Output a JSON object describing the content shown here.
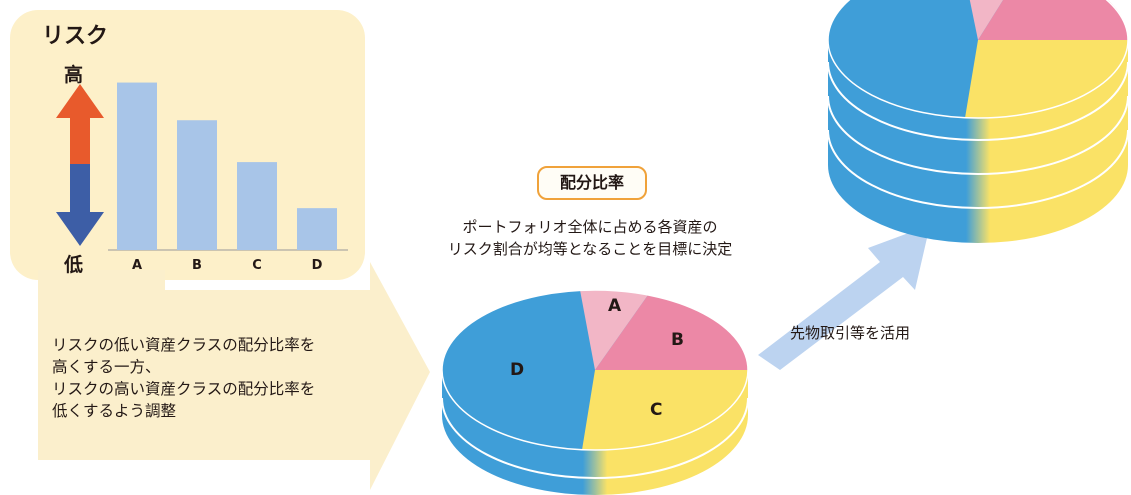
{
  "risk_panel": {
    "title": "リスク",
    "high_label": "高",
    "low_label": "低"
  },
  "chart_data": {
    "type": "bar",
    "categories": [
      "A",
      "B",
      "C",
      "D"
    ],
    "values": [
      4,
      3.1,
      2.1,
      1
    ],
    "title": "",
    "xlabel": "",
    "ylabel": "リスク",
    "ylim": [
      0,
      4.3
    ],
    "colors": {
      "bar": "#a8c5e8"
    }
  },
  "note": {
    "text": "リスクの低い資産クラスの配分比率を\n高くする一方、\nリスクの高い資産クラスの配分比率を\n低くするよう調整"
  },
  "allocation": {
    "badge": "配分比率",
    "description": "ポートフォリオ全体に占める各資産の\nリスク割合が均等となることを目標に決定",
    "pie_labels": [
      "A",
      "B",
      "C",
      "D"
    ]
  },
  "futures": {
    "label": "先物取引等を活用"
  },
  "colors": {
    "card": "#fdf0c9",
    "arrow_up": "#e7532e",
    "arrow_down": "#3c5fa8",
    "pie_a": "#f2b6c6",
    "pie_b": "#ec88a6",
    "pie_c": "#fae266",
    "pie_d": "#3f9ed8",
    "big_arrow": "#b9d1ef",
    "pointer": "#fbefcc",
    "badge_border": "#f0a23a"
  }
}
